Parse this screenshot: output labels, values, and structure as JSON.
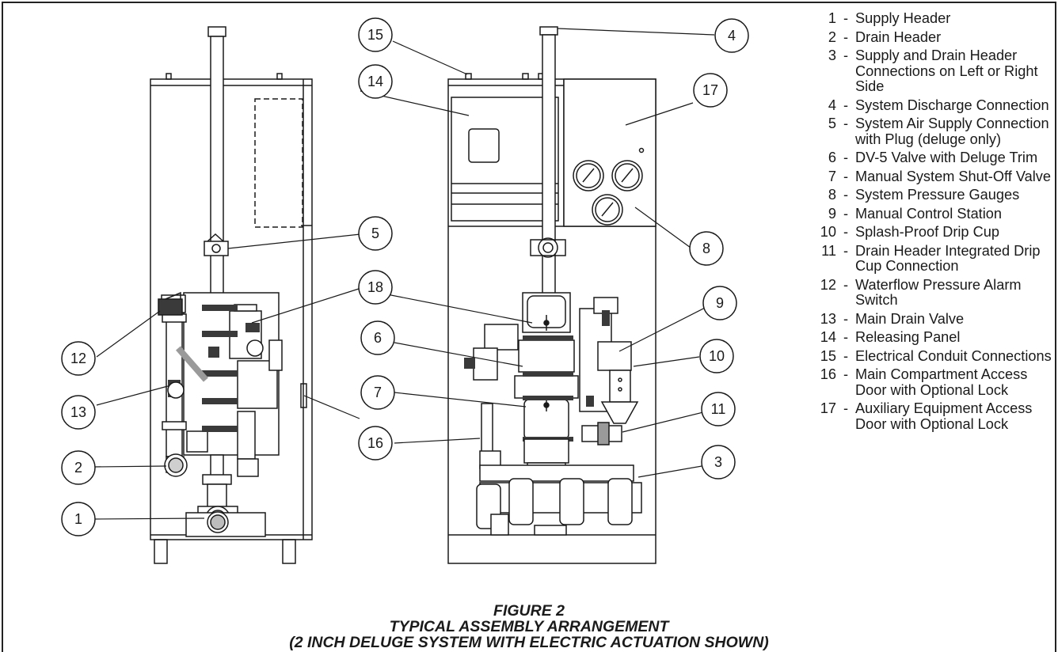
{
  "figure": {
    "number": "FIGURE 2",
    "title": "TYPICAL ASSEMBLY ARRANGEMENT",
    "subtitle": "(2 INCH DELUGE SYSTEM WITH ELECTRIC ACTUATION SHOWN)"
  },
  "callouts": [
    "1",
    "2",
    "3",
    "4",
    "5",
    "6",
    "7",
    "8",
    "9",
    "10",
    "11",
    "12",
    "13",
    "14",
    "15",
    "16",
    "17",
    "18"
  ],
  "legend": [
    {
      "num": "1",
      "sep": "-",
      "text": "Supply Header"
    },
    {
      "num": "2",
      "sep": "-",
      "text": "Drain Header"
    },
    {
      "num": "3",
      "sep": "-",
      "text": "Supply and Drain Header Connections on Left or Right Side"
    },
    {
      "num": "4",
      "sep": "-",
      "text": "System Discharge Connection"
    },
    {
      "num": "5",
      "sep": "-",
      "text": "System Air Supply Connection with Plug (deluge only)"
    },
    {
      "num": "6",
      "sep": "-",
      "text": "DV-5 Valve with Deluge Trim"
    },
    {
      "num": "7",
      "sep": "-",
      "text": "Manual System Shut-Off Valve"
    },
    {
      "num": "8",
      "sep": "-",
      "text": "System Pressure Gauges"
    },
    {
      "num": "9",
      "sep": "-",
      "text": "Manual Control Station"
    },
    {
      "num": "10",
      "sep": "-",
      "text": "Splash-Proof Drip Cup"
    },
    {
      "num": "11",
      "sep": "-",
      "text": "Drain Header Integrated Drip Cup Connection"
    },
    {
      "num": "12",
      "sep": "-",
      "text": "Waterflow Pressure Alarm Switch"
    },
    {
      "num": "13",
      "sep": "-",
      "text": "Main Drain Valve"
    },
    {
      "num": "14",
      "sep": "-",
      "text": "Releasing Panel"
    },
    {
      "num": "15",
      "sep": "-",
      "text": "Electrical Conduit Connections"
    },
    {
      "num": "16",
      "sep": "-",
      "text": "Main Compartment Access Door with Optional Lock"
    },
    {
      "num": "17",
      "sep": "-",
      "text": "Auxiliary Equipment Access Door with Optional Lock"
    }
  ],
  "colors": {
    "line": "#1a1a1a",
    "fill": "#ffffff",
    "shade": "#9a9a9a",
    "dark": "#3a3a3a"
  }
}
